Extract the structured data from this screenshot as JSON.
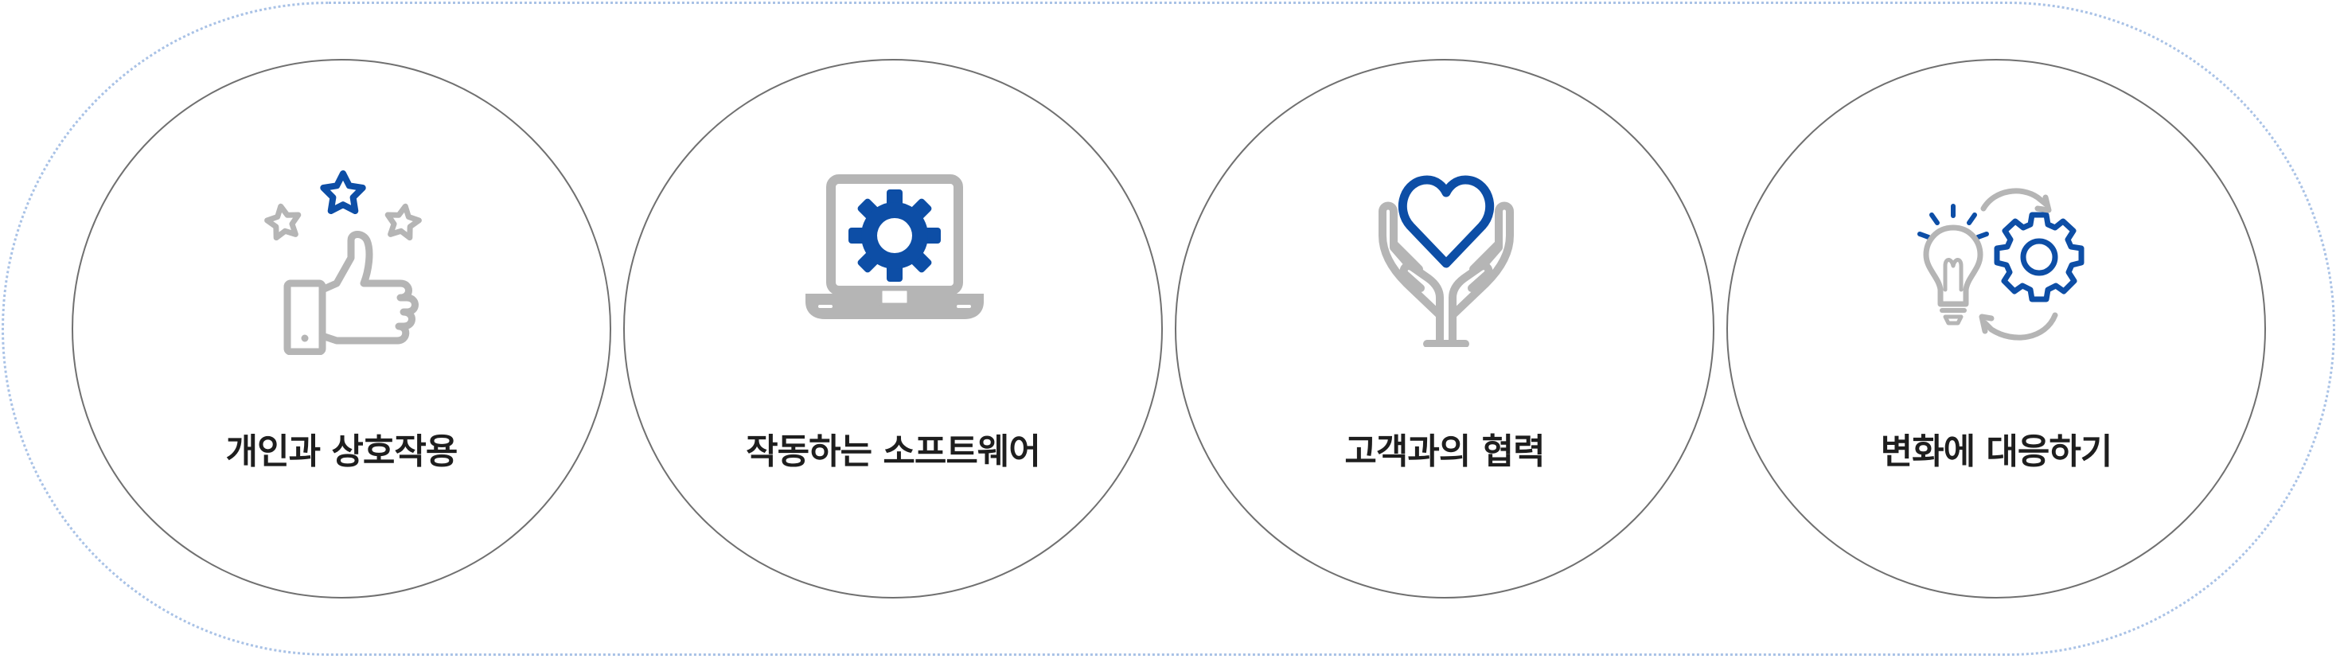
{
  "colors": {
    "accent_blue": "#0d4ea6",
    "icon_gray": "#b5b5b5",
    "circle_border": "#707070",
    "outer_border": "#a9c2e6",
    "label_text": "#1e1e1e"
  },
  "values": [
    {
      "label": "개인과 상호작용",
      "icon": "thumbs-up-stars-icon"
    },
    {
      "label": "작동하는 소프트웨어",
      "icon": "laptop-gear-icon"
    },
    {
      "label": "고객과의 협력",
      "icon": "hands-heart-icon"
    },
    {
      "label": "변화에 대응하기",
      "icon": "lightbulb-gear-cycle-icon"
    }
  ]
}
